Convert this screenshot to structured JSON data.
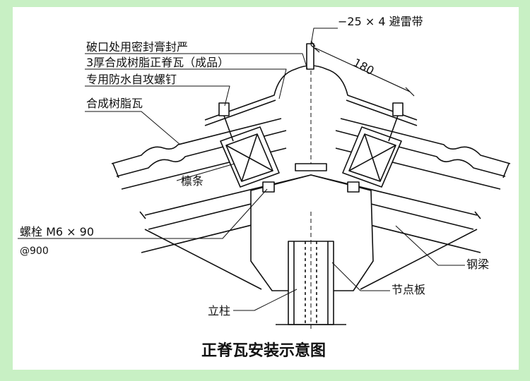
{
  "title": "正脊瓦安装示意图",
  "labels": {
    "lightning_strip": "−25 × 4 避雷带",
    "seal": "破口处用密封膏封严",
    "ridge_tile": "3厚合成树脂正脊瓦（成品）",
    "screw": "专用防水自攻螺钉",
    "roof_tile": "合成树脂瓦",
    "purlin": "檩条",
    "bolt": "螺栓 M6 × 90",
    "bolt_spacing": "@900",
    "steel_beam": "钢梁",
    "gusset": "节点板",
    "column": "立柱",
    "dimension": "180"
  },
  "colors": {
    "background": "#c8f0c4",
    "panel": "#ffffff",
    "line": "#111111"
  }
}
